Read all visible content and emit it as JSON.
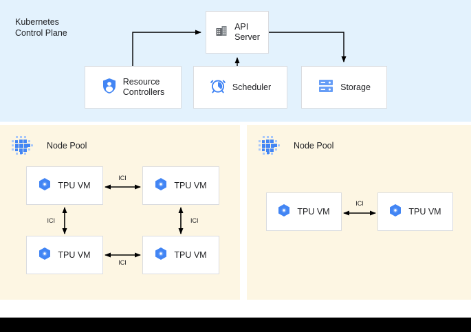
{
  "control_plane": {
    "title": "Kubernetes\nControl Plane",
    "background_color": "#e3f2fd",
    "nodes": [
      {
        "id": "api-server",
        "label": "API\nServer",
        "icon": "building-icon"
      },
      {
        "id": "resource-controllers",
        "label": "Resource\nControllers",
        "icon": "shield-user-icon"
      },
      {
        "id": "scheduler",
        "label": "Scheduler",
        "icon": "alarm-clock-icon"
      },
      {
        "id": "storage",
        "label": "Storage",
        "icon": "server-rack-icon"
      }
    ],
    "connections": [
      {
        "from": "resource-controllers",
        "to": "api-server",
        "direction": "one-way"
      },
      {
        "from": "scheduler",
        "to": "api-server",
        "direction": "one-way"
      },
      {
        "from": "api-server",
        "to": "storage",
        "direction": "one-way"
      }
    ]
  },
  "node_pools": [
    {
      "id": "node-pool-left",
      "label": "Node Pool",
      "icon": "dot-grid-icon",
      "background_color": "#fdf6e3",
      "vms": [
        {
          "id": "tpu-l1",
          "label": "TPU VM",
          "icon": "hexagon-tpu-icon"
        },
        {
          "id": "tpu-l2",
          "label": "TPU VM",
          "icon": "hexagon-tpu-icon"
        },
        {
          "id": "tpu-l3",
          "label": "TPU VM",
          "icon": "hexagon-tpu-icon"
        },
        {
          "id": "tpu-l4",
          "label": "TPU VM",
          "icon": "hexagon-tpu-icon"
        }
      ],
      "links": [
        {
          "from": "tpu-l1",
          "to": "tpu-l2",
          "label": "ICI",
          "direction": "bidirectional",
          "orientation": "horizontal"
        },
        {
          "from": "tpu-l1",
          "to": "tpu-l3",
          "label": "ICI",
          "direction": "bidirectional",
          "orientation": "vertical"
        },
        {
          "from": "tpu-l2",
          "to": "tpu-l4",
          "label": "ICI",
          "direction": "bidirectional",
          "orientation": "vertical"
        },
        {
          "from": "tpu-l3",
          "to": "tpu-l4",
          "label": "ICI",
          "direction": "bidirectional",
          "orientation": "horizontal"
        }
      ]
    },
    {
      "id": "node-pool-right",
      "label": "Node Pool",
      "icon": "dot-grid-icon",
      "background_color": "#fdf6e3",
      "vms": [
        {
          "id": "tpu-r1",
          "label": "TPU VM",
          "icon": "hexagon-tpu-icon"
        },
        {
          "id": "tpu-r2",
          "label": "TPU VM",
          "icon": "hexagon-tpu-icon"
        }
      ],
      "links": [
        {
          "from": "tpu-r1",
          "to": "tpu-r2",
          "label": "ICI",
          "direction": "bidirectional",
          "orientation": "horizontal"
        }
      ]
    }
  ],
  "colors": {
    "control_plane_bg": "#e3f2fd",
    "node_pool_bg": "#fdf6e3",
    "box_bg": "#ffffff",
    "box_border": "#dadce0",
    "icon_blue": "#4285f4",
    "icon_gray": "#5f6368",
    "connector": "#000000",
    "bottom_bar": "#000000"
  }
}
